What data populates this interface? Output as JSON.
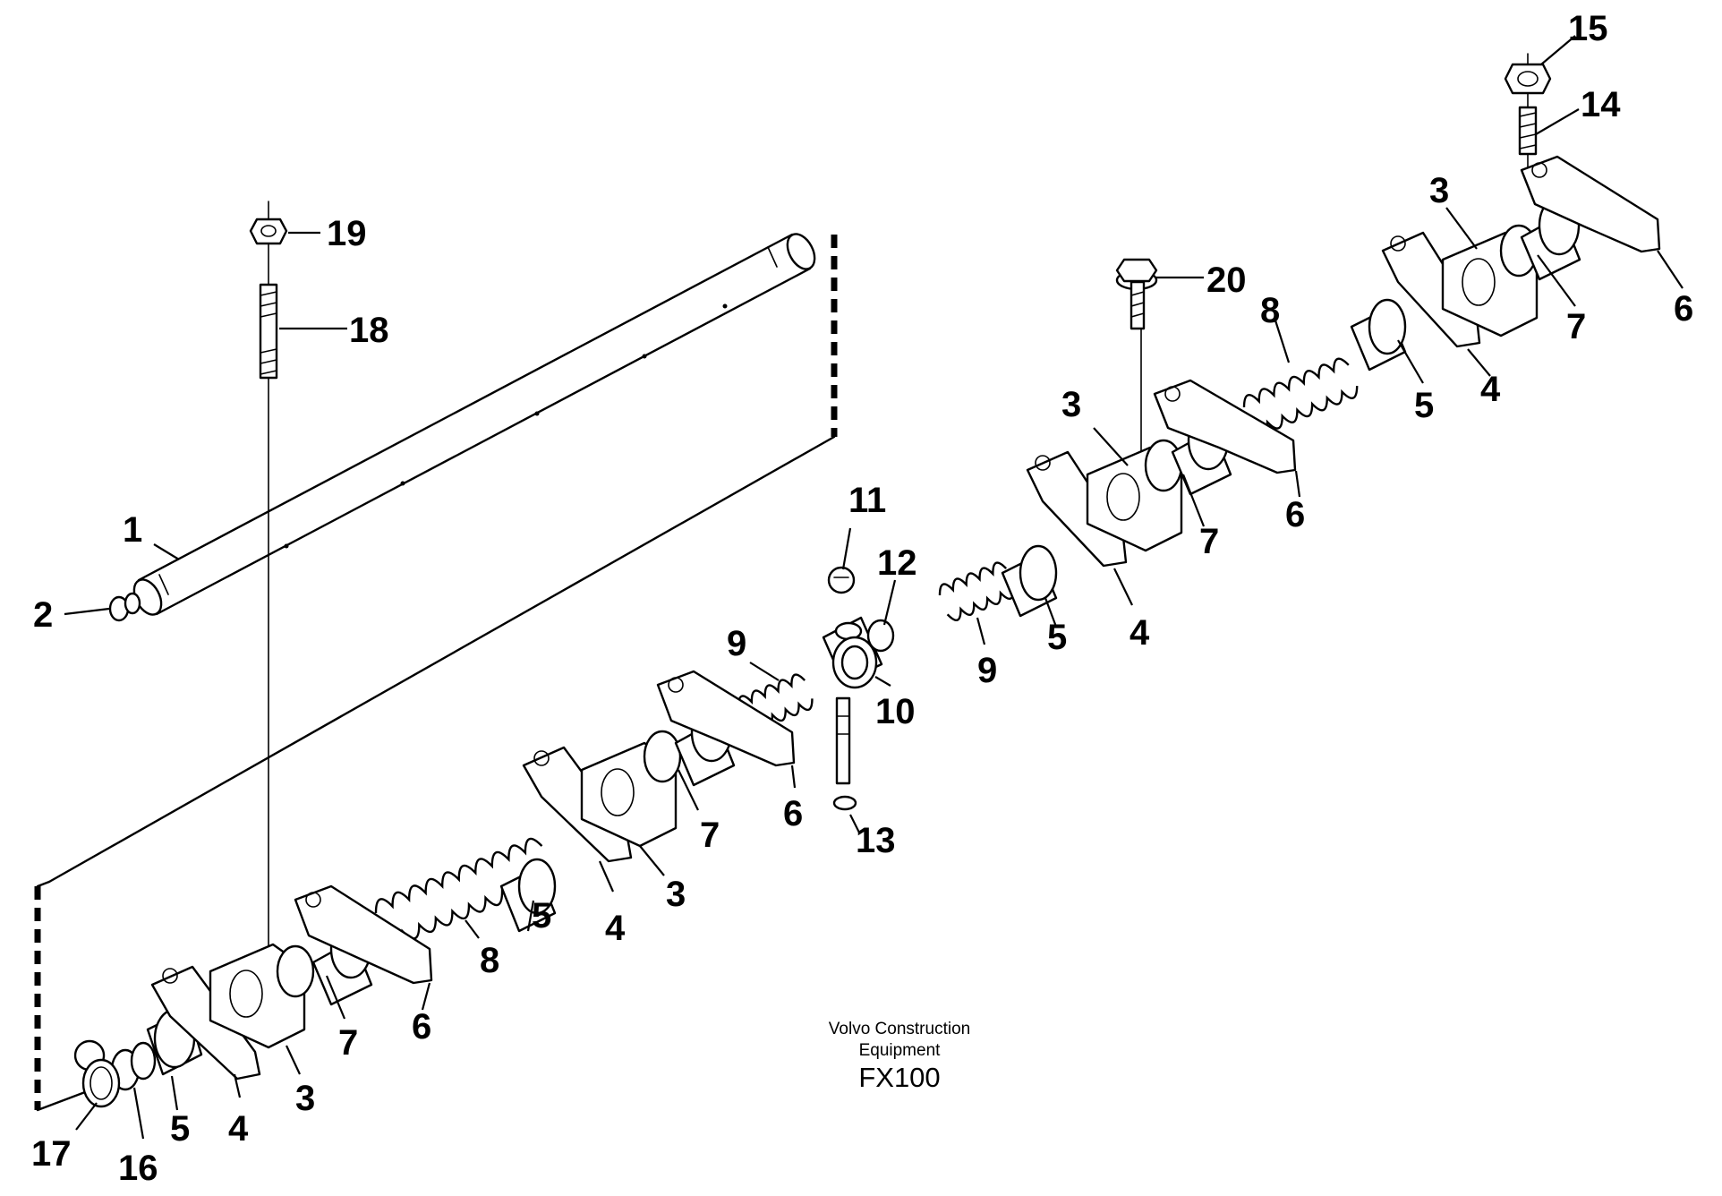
{
  "figure": {
    "caption_line1": "Volvo Construction",
    "caption_line2": "Equipment",
    "code": "FX100"
  },
  "callouts": [
    {
      "id": "c1",
      "label": "1"
    },
    {
      "id": "c2",
      "label": "2"
    },
    {
      "id": "c19",
      "label": "19"
    },
    {
      "id": "c18",
      "label": "18"
    },
    {
      "id": "c15",
      "label": "15"
    },
    {
      "id": "c14",
      "label": "14"
    },
    {
      "id": "c3a",
      "label": "3"
    },
    {
      "id": "c6a",
      "label": "6"
    },
    {
      "id": "c7a",
      "label": "7"
    },
    {
      "id": "c4a",
      "label": "4"
    },
    {
      "id": "c5a",
      "label": "5"
    },
    {
      "id": "c8a",
      "label": "8"
    },
    {
      "id": "c20",
      "label": "20"
    },
    {
      "id": "c3b",
      "label": "3"
    },
    {
      "id": "c6b",
      "label": "6"
    },
    {
      "id": "c7b",
      "label": "7"
    },
    {
      "id": "c4b",
      "label": "4"
    },
    {
      "id": "c5b",
      "label": "5"
    },
    {
      "id": "c9a",
      "label": "9"
    },
    {
      "id": "c11",
      "label": "11"
    },
    {
      "id": "c12",
      "label": "12"
    },
    {
      "id": "c10",
      "label": "10"
    },
    {
      "id": "c9b",
      "label": "9"
    },
    {
      "id": "c13",
      "label": "13"
    },
    {
      "id": "c6c",
      "label": "6"
    },
    {
      "id": "c7c",
      "label": "7"
    },
    {
      "id": "c3c",
      "label": "3"
    },
    {
      "id": "c4c",
      "label": "4"
    },
    {
      "id": "c5c",
      "label": "5"
    },
    {
      "id": "c8b",
      "label": "8"
    },
    {
      "id": "c6d",
      "label": "6"
    },
    {
      "id": "c7d",
      "label": "7"
    },
    {
      "id": "c3d",
      "label": "3"
    },
    {
      "id": "c4d",
      "label": "4"
    },
    {
      "id": "c5d",
      "label": "5"
    },
    {
      "id": "c16",
      "label": "16"
    },
    {
      "id": "c17",
      "label": "17"
    }
  ]
}
